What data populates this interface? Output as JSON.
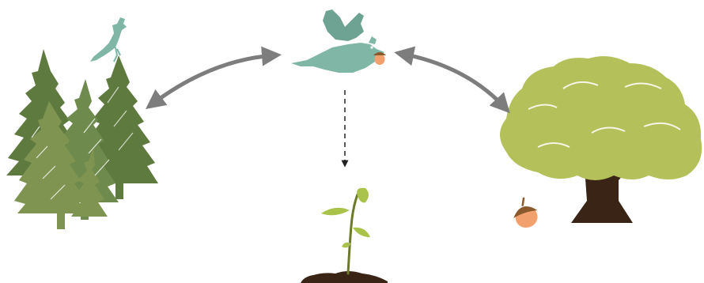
{
  "diagram": {
    "nodes": [
      {
        "id": "conifer-forest",
        "icon": "conifer-forest-icon",
        "extra_icon": "perched-jay-icon"
      },
      {
        "id": "jay-with-acorn",
        "icon": "flying-jay-icon"
      },
      {
        "id": "oak-tree",
        "icon": "oak-tree-icon",
        "extra_icon": "acorn-icon"
      },
      {
        "id": "oak-seedling",
        "icon": "oak-seedling-icon"
      }
    ],
    "edges": [
      {
        "from": "conifer-forest",
        "to": "jay-with-acorn",
        "style": "solid",
        "direction": "both"
      },
      {
        "from": "jay-with-acorn",
        "to": "oak-tree",
        "style": "solid",
        "direction": "both"
      },
      {
        "from": "jay-with-acorn",
        "to": "oak-seedling",
        "style": "dashed",
        "direction": "forward"
      }
    ]
  },
  "colors": {
    "dark_conifer": "#5f7a3f",
    "mid_conifer": "#6e8a4c",
    "light_conifer": "#7f9450",
    "jay": "#7fb6a6",
    "jay_shadow": "#6ea394",
    "acorn_cap": "#8a5a2c",
    "acorn_nut": "#f2a06e",
    "oak_canopy": "#b4c05a",
    "oak_trunk": "#3a2415",
    "seedling_leaf": "#a9c34a",
    "seedling_stem": "#6b7a2a",
    "soil": "#3a2415",
    "arrow_solid": "#7d7d7d",
    "arrow_dashed": "#222222"
  }
}
